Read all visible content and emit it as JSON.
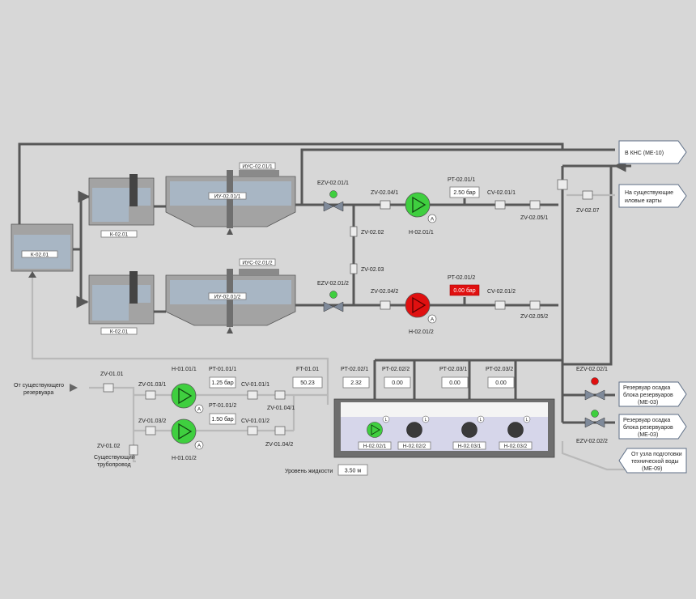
{
  "colors": {
    "background": "#d7d7d7",
    "pipe": "#575757",
    "pipe_light": "#b9b9b9",
    "running": "#3fcf3f",
    "stopped": "#3a3a3a",
    "fault": "#e01010",
    "water": "#a8b6c4"
  },
  "tanks": {
    "k_upper": "К-02.01",
    "k_lower": "К-02.01",
    "k_main": "К-02.01",
    "iu_upper": "ИУ-02.01/1",
    "iu_lower": "ИУ-02.01/2",
    "ius_upper": "ИУС-02.01/1",
    "ius_lower": "ИУС-02.01/2"
  },
  "valves": {
    "ezv_0201_1": "EZV-02.01/1",
    "ezv_0201_2": "EZV-02.01/2",
    "zv_0204_1": "ZV-02.04/1",
    "zv_0204_2": "ZV-02.04/2",
    "zv_0202": "ZV-02.02",
    "zv_0203": "ZV-02.03",
    "cv_0201_1": "CV-02.01/1",
    "cv_0201_2": "CV-02.01/2",
    "zv_0205_1": "ZV-02.05/1",
    "zv_0205_2": "ZV-02.05/2",
    "zv_0207": "ZV-02.07",
    "ezv_0202_1": "EZV-02.02/1",
    "ezv_0202_2": "EZV-02.02/2",
    "zv_0101": "ZV-01.01",
    "zv_0103_1": "ZV-01.03/1",
    "zv_0103_2": "ZV-01.03/2",
    "zv_0102": "ZV-01.02",
    "cv_0101_1": "CV-01.01/1",
    "cv_0101_2": "CV-01.01/2",
    "zv_0104_1": "ZV-01.04/1",
    "zv_0104_2": "ZV-01.04/2"
  },
  "pumps": {
    "h_0201_1": "Н-02.01/1",
    "h_0201_2": "Н-02.01/2",
    "h_0101_1": "Н-01.01/1",
    "h_0101_2": "Н-01.01/2",
    "h_0202_1": "Н-02.02/1",
    "h_0202_2": "Н-02.02/2",
    "h_0203_1": "Н-02.03/1",
    "h_0203_2": "Н-02.03/2",
    "auto_mark": "A",
    "level_mark": "L"
  },
  "sensors": {
    "pt_0201_1": {
      "tag": "PT-02.01/1",
      "value": "2.50 бар"
    },
    "pt_0201_2": {
      "tag": "PT-02.01/2",
      "value": "0.00 бар"
    },
    "pt_0101_1": {
      "tag": "PT-01.01/1",
      "value": "1.25 бар"
    },
    "pt_0101_2": {
      "tag": "PT-01.01/2",
      "value": "1.50 бар"
    },
    "ft_0101": {
      "tag": "FT-01.01",
      "value": "50.23"
    },
    "pt_0202_1": {
      "tag": "PT-02.02/1",
      "value": "2.32"
    },
    "pt_0202_2": {
      "tag": "PT-02.02/2",
      "value": "0.00"
    },
    "pt_0203_1": {
      "tag": "PT-02.03/1",
      "value": "0.00"
    },
    "pt_0203_2": {
      "tag": "PT-02.03/2",
      "value": "0.00"
    }
  },
  "destinations": {
    "kns": "В КНС (МЕ-10)",
    "sludge_line1": "На существующие",
    "sludge_line2": "иловые карты",
    "res1_line1": "Резервуар осадка",
    "res1_line2": "блока резервуаров",
    "res1_line3": "(МЕ-03)",
    "res2_line1": "Резервуар осадка",
    "res2_line2": "блока резервуаров",
    "res2_line3": "(МЕ-03)",
    "tech_line1": "От узла подготовки",
    "tech_line2": "технической воды",
    "tech_line3": "(МЕ-09)"
  },
  "sources": {
    "existing_res_line1": "От существующего",
    "existing_res_line2": "резервуара",
    "existing_pipe_line1": "Существующий",
    "existing_pipe_line2": "трубопровод"
  },
  "level": {
    "label": "Уровень жидкости",
    "value": "3.50 м"
  }
}
